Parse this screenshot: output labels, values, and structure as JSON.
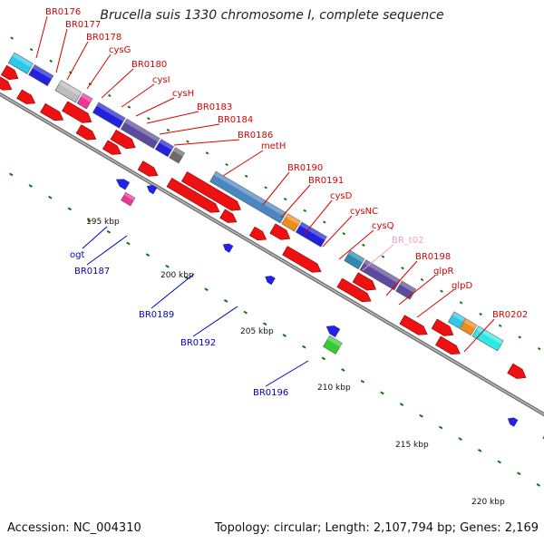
{
  "title": "Brucella suis 1330 chromosome I, complete sequence",
  "footer": {
    "accession": "Accession: NC_004310",
    "summary": "Topology: circular; Length: 2,107,794 bp; Genes: 2,169"
  },
  "colors": {
    "backbone": "#888888",
    "tick": "#0b7a0b",
    "forward_label": "#dd0000",
    "reverse_label": "#0000cc",
    "rna_label": "#f4a0c0"
  },
  "scale": {
    "ticks": [
      "195 kbp",
      "200 kbp",
      "205 kbp",
      "210 kbp",
      "215 kbp",
      "220 kbp"
    ]
  },
  "forward_genes": [
    "BR0176",
    "BR0177",
    "BR0178",
    "cysG",
    "BR0180",
    "cysI",
    "cysH",
    "BR0183",
    "BR0184",
    "BR0186",
    "metH",
    "BR0190",
    "BR0191",
    "cysD",
    "cysNC",
    "cysQ",
    "BR_t02",
    "BR0198",
    "glpR",
    "glpD",
    "BR0202"
  ],
  "reverse_genes": [
    "ogt",
    "BR0187",
    "BR0189",
    "BR0192",
    "BR0196"
  ]
}
